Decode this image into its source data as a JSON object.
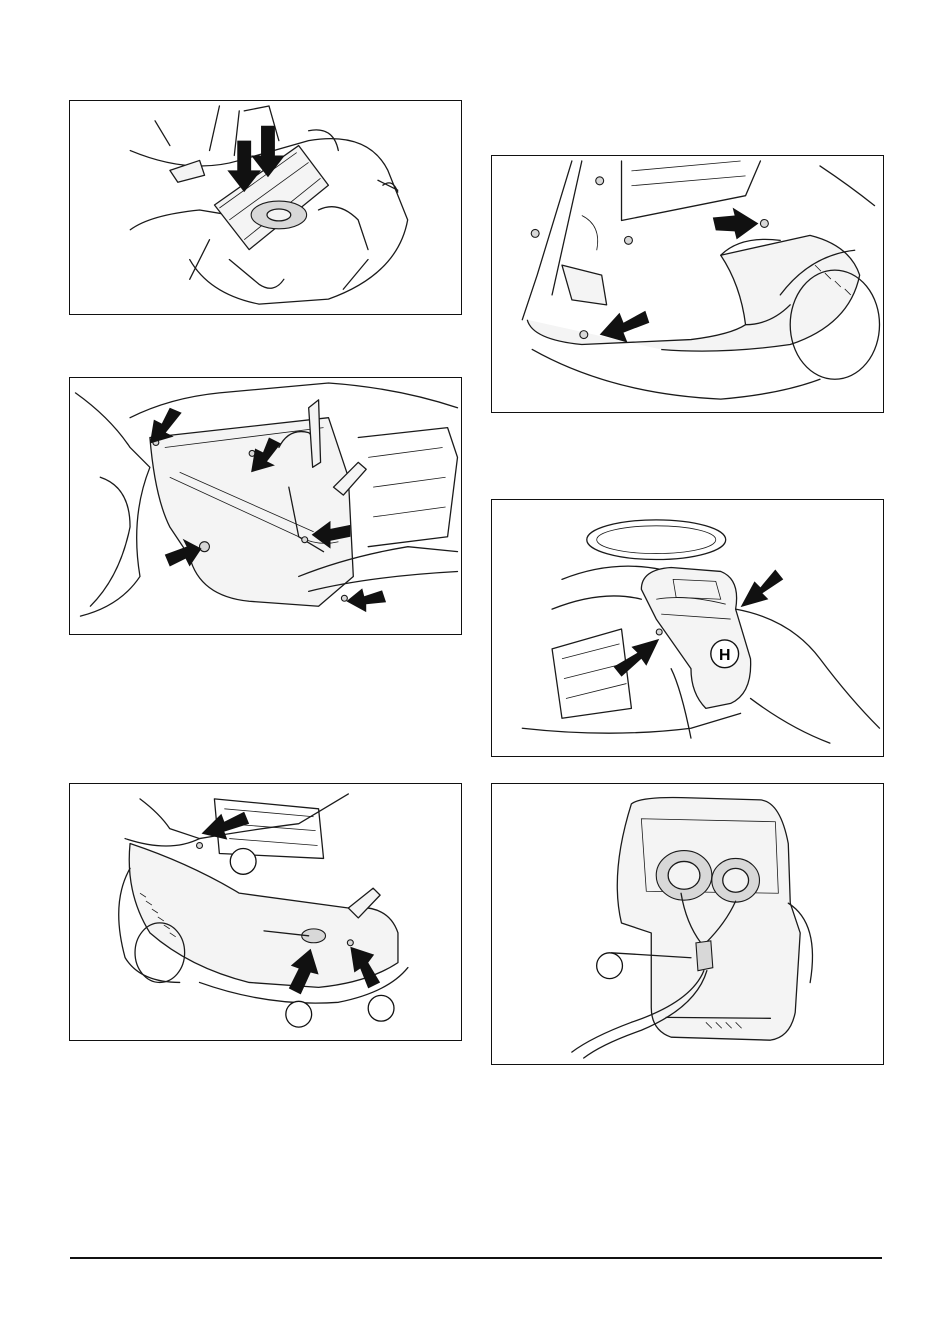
{
  "figures": [
    {
      "id": "seat-plate",
      "callouts": []
    },
    {
      "id": "left-side-panel",
      "callouts": []
    },
    {
      "id": "rear-fender-screws",
      "callouts": [
        "",
        "",
        ""
      ]
    },
    {
      "id": "front-fender-screws",
      "callouts": []
    },
    {
      "id": "steering-column-cover",
      "callouts": [],
      "logo": "H"
    },
    {
      "id": "headlight-connector",
      "callouts": [
        ""
      ]
    }
  ]
}
